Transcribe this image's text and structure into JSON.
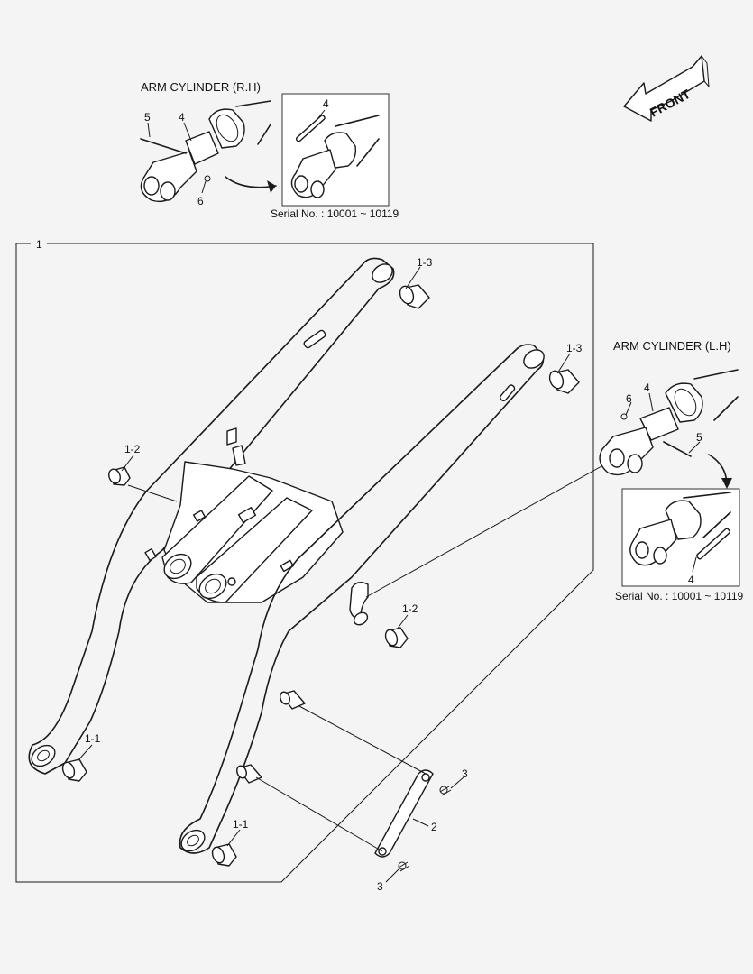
{
  "callouts": {
    "group": "1",
    "bush_lower": "1-1",
    "bush_middle": "1-2",
    "bush_upper": "1-3",
    "link": "2",
    "pin_clip": "3",
    "bushing_clamp": "4",
    "bolt": "5",
    "nut": "6"
  },
  "arm_cylinder_rh": {
    "title": "ARM CYLINDER (R.H)",
    "serial": "Serial No. : 10001 ~ 10119"
  },
  "arm_cylinder_lh": {
    "title": "ARM CYLINDER (L.H)",
    "serial": "Serial No. : 10001 ~ 10119"
  },
  "front_marker": {
    "label": "FRONT"
  },
  "colors": {
    "line": "#1a1a1a",
    "background": "#f4f4f4",
    "part_fill": "#ffffff"
  }
}
